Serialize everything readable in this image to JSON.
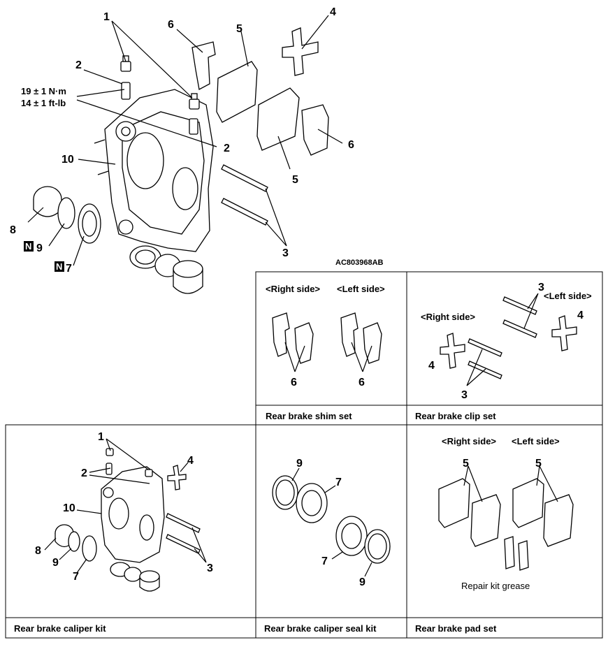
{
  "main": {
    "labels": {
      "n1": "1",
      "n2a": "2",
      "n2b": "2",
      "n3": "3",
      "n4": "4",
      "n5a": "5",
      "n5b": "5",
      "n6a": "6",
      "n6b": "6",
      "n7": "7",
      "n8": "8",
      "n9": "9",
      "n10": "10",
      "badge": "N"
    },
    "torque_nm": "19 ± 1 N·m",
    "torque_ftlb": "14 ± 1 ft-lb",
    "figure_id": "AC803968AB"
  },
  "shim_set": {
    "right_side": "<Right side>",
    "left_side": "<Left side>",
    "n6a": "6",
    "n6b": "6",
    "caption": "Rear brake shim set"
  },
  "clip_set": {
    "left_side": "<Left side>",
    "right_side": "<Right side>",
    "n3a": "3",
    "n3b": "3",
    "n4a": "4",
    "n4b": "4",
    "caption": "Rear brake clip set"
  },
  "caliper_kit": {
    "n1": "1",
    "n2": "2",
    "n3": "3",
    "n4": "4",
    "n7": "7",
    "n8": "8",
    "n9": "9",
    "n10": "10",
    "caption": "Rear brake caliper kit"
  },
  "seal_kit": {
    "n9a": "9",
    "n7a": "7",
    "n7b": "7",
    "n9b": "9",
    "caption": "Rear brake caliper seal kit"
  },
  "pad_set": {
    "right_side": "<Right side>",
    "left_side": "<Left side>",
    "n5a": "5",
    "n5b": "5",
    "grease": "Repair kit grease",
    "caption": "Rear brake pad set"
  }
}
